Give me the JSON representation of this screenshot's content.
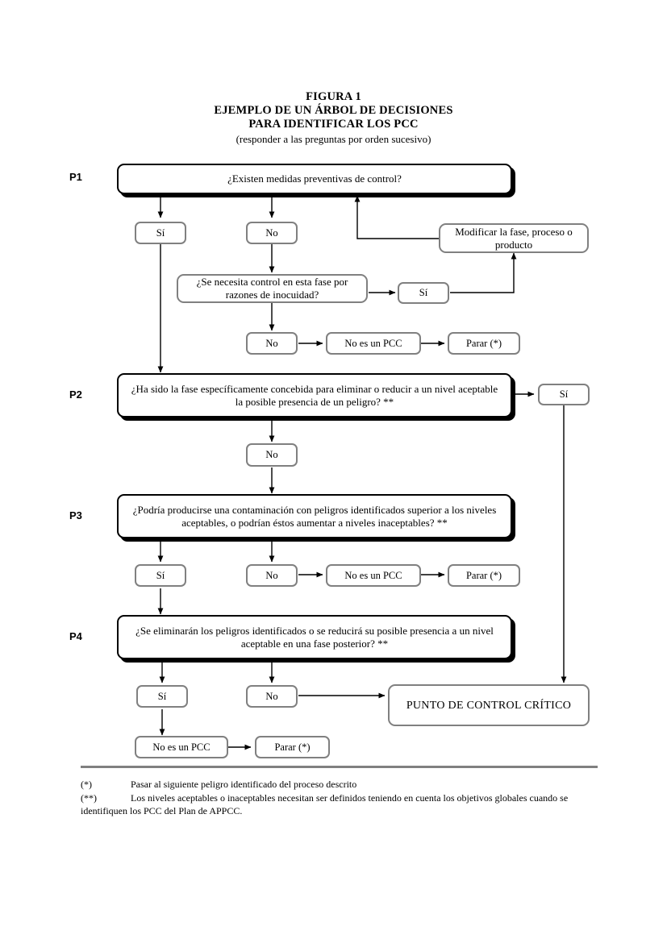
{
  "title": {
    "line1": "FIGURA 1",
    "line2": "EJEMPLO DE UN ÁRBOL DE DECISIONES",
    "line3": "PARA IDENTIFICAR LOS PCC",
    "subtitle": "(responder a las preguntas por orden sucesivo)"
  },
  "stages": {
    "p1": "P1",
    "p2": "P2",
    "p3": "P3",
    "p4": "P4"
  },
  "questions": {
    "q1": "¿Existen medidas preventivas de control?",
    "q1b": "¿Se necesita control en esta fase por razones de inocuidad?",
    "q2": "¿Ha sido la fase específicamente concebida para eliminar o reducir a un nivel aceptable la posible presencia de un peligro? **",
    "q3": "¿Podría producirse una contaminación con peligros identificados superior a los niveles aceptables, o podrían éstos aumentar a niveles inaceptables? **",
    "q4": "¿Se eliminarán los peligros identificados o se reducirá su posible presencia a un nivel aceptable en una fase posterior? **"
  },
  "answers": {
    "p1_si": "Sí",
    "p1_no": "No",
    "q1b_si": "Sí",
    "q1b_no": "No",
    "p2_si": "Sí",
    "p2_no": "No",
    "p3_si": "Sí",
    "p3_no": "No",
    "p4_si": "Sí",
    "p4_no": "No"
  },
  "terminals": {
    "modificar": "Modificar la fase, proceso o producto",
    "no_pcc_1": "No es un PCC",
    "parar_1": "Parar (*)",
    "no_pcc_2": "No es un PCC",
    "parar_2": "Parar (*)",
    "no_pcc_3": "No es un PCC",
    "parar_3": "Parar (*)",
    "pcc": "PUNTO DE CONTROL CRÍTICO"
  },
  "footnotes": {
    "mark1": "(*)",
    "text1": "Pasar al siguiente peligro identificado del proceso descrito",
    "mark2": "(**)",
    "text2": "Los niveles aceptables o inaceptables necesitan ser definidos teniendo en cuenta los objetivos globales cuando se identifiquen los PCC del Plan de APPCC."
  },
  "colors": {
    "ink": "#000000",
    "gray_border": "#808080",
    "page_bg": "#ffffff"
  }
}
